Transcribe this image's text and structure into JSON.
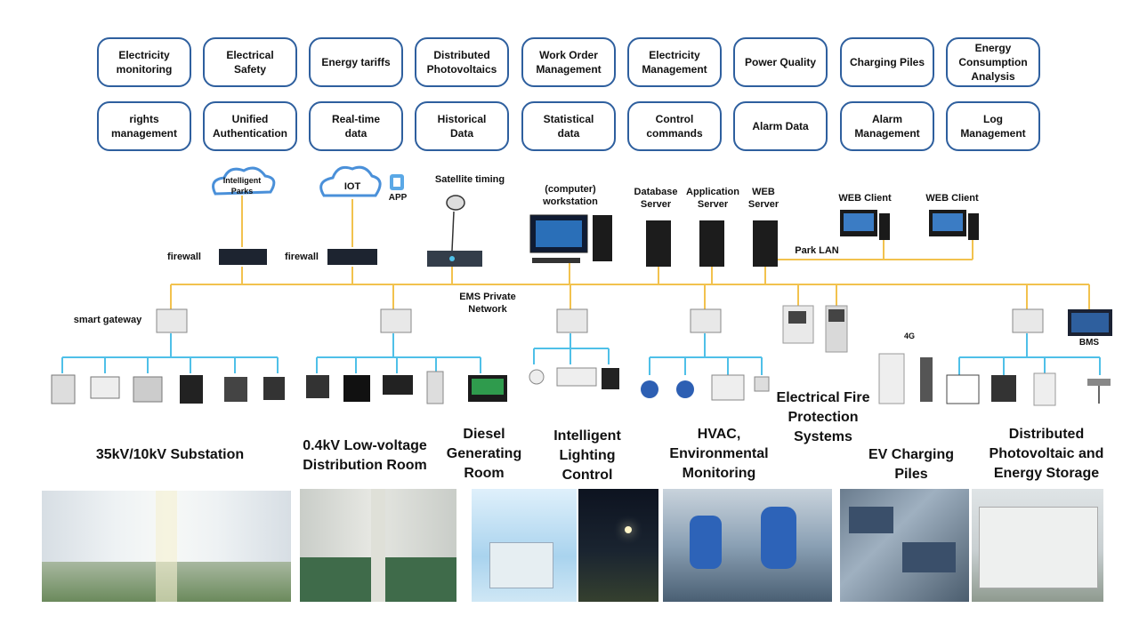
{
  "modules_row1": [
    "Electricity\nmonitoring",
    "Electrical\nSafety",
    "Energy tariffs",
    "Distributed\nPhotovoltaics",
    "Work Order\nManagement",
    "Electricity\nManagement",
    "Power Quality",
    "Charging Piles",
    "Energy\nConsumption\nAnalysis"
  ],
  "modules_row2": [
    "rights\nmanagement",
    "Unified\nAuthentication",
    "Real-time\ndata",
    "Historical\nData",
    "Statistical\ndata",
    "Control\ncommands",
    "Alarm Data",
    "Alarm\nManagement",
    "Log\nManagement"
  ],
  "labels": {
    "intelligent_parks": "Intelligent\nParks",
    "iot": "IOT",
    "app": "APP",
    "satellite_timing": "Satellite timing",
    "workstation": "(computer)\nworkstation",
    "database_server": "Database\nServer",
    "application_server": "Application\nServer",
    "web_server": "WEB\nServer",
    "web_client_1": "WEB Client",
    "web_client_2": "WEB Client",
    "firewall_1": "firewall",
    "firewall_2": "firewall",
    "park_lan": "Park LAN",
    "ems_network": "EMS Private\nNetwork",
    "smart_gateway": "smart gateway",
    "fourg": "4G",
    "bms": "BMS"
  },
  "sections": {
    "substation": "35kV/10kV Substation",
    "lowvoltage": "0.4kV Low-voltage\nDistribution Room",
    "diesel": "Diesel\nGenerating\nRoom",
    "lighting": "Intelligent\nLighting\nControl",
    "hvac": "HVAC,\nEnvironmental\nMonitoring",
    "fire": "Electrical Fire\nProtection\nSystems",
    "ev": "EV Charging\nPiles",
    "pv": "Distributed\nPhotovoltaic and\nEnergy Storage"
  },
  "colors": {
    "module_border": "#2e5f9e",
    "network_line": "#f2c24e",
    "field_line": "#4fc0e8",
    "cloud_outline": "#4a90d9"
  }
}
